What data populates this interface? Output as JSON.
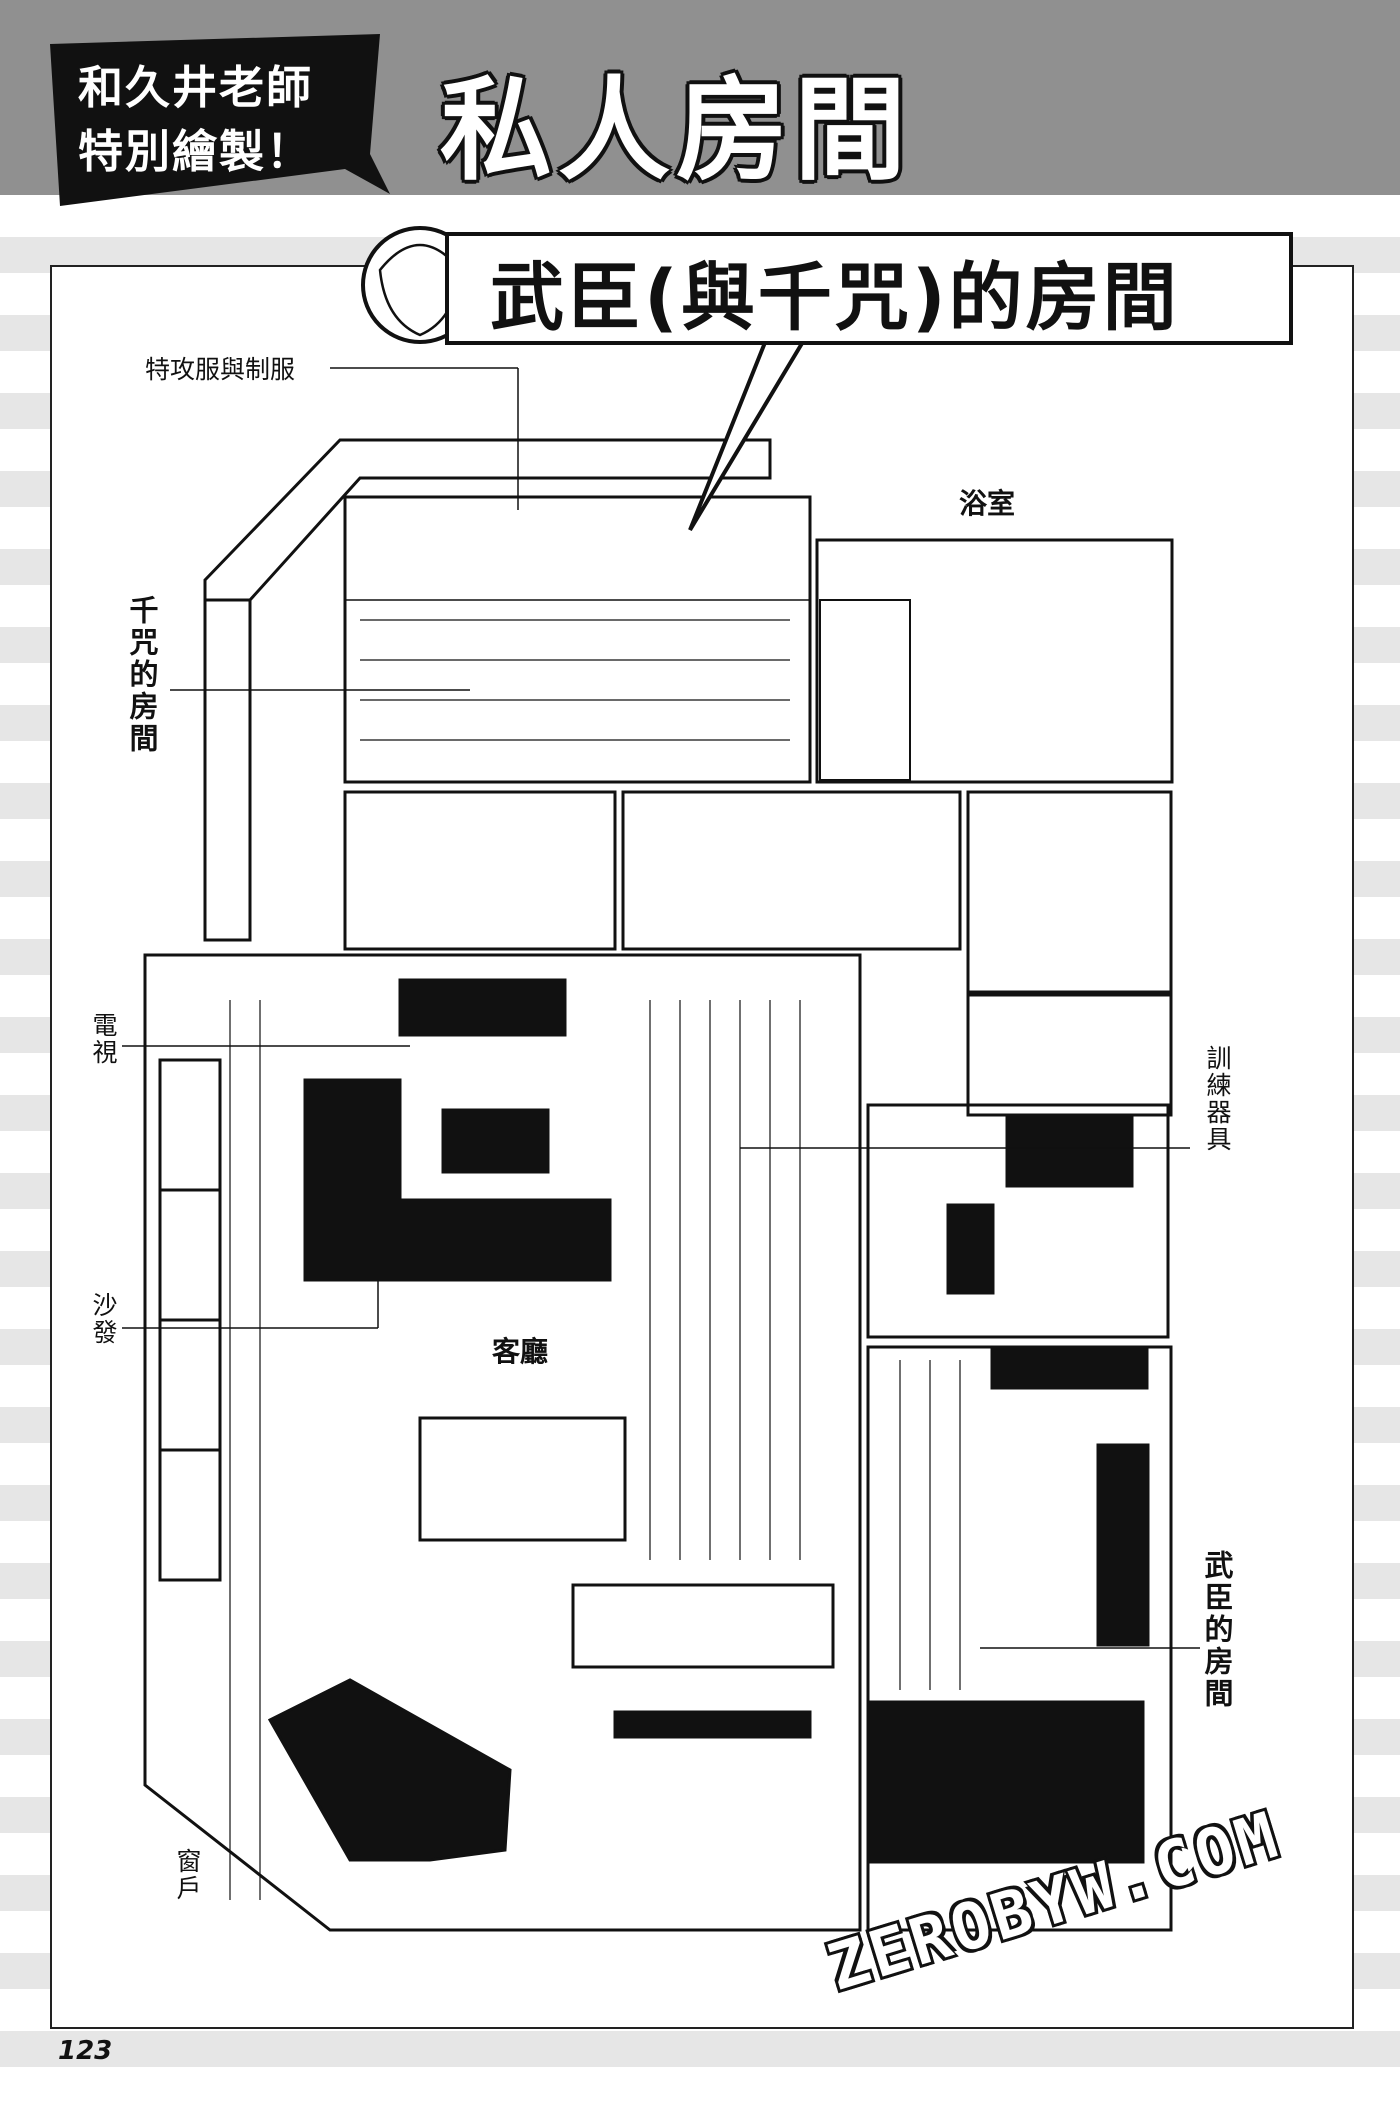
{
  "header": {
    "tag_line1": "和久井老師",
    "tag_line2": "特別繪製！",
    "title": "私人房間"
  },
  "bubble": {
    "title": "武臣(與千咒)的房間"
  },
  "labels": {
    "uniform": "特攻服與制服",
    "bathroom": "浴室",
    "senju_room": "千咒的房間",
    "tv": "電視",
    "training": "訓練器具",
    "sofa": "沙發",
    "living": "客廳",
    "takeomi_room": "武臣的房間",
    "window": "窗戶"
  },
  "footer": {
    "page_number": "123",
    "watermark": "ZEROBYW.COM"
  }
}
